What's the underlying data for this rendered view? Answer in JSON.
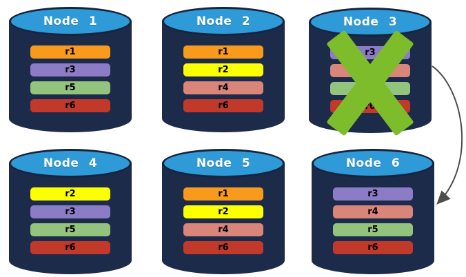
{
  "diagram": {
    "description": "Replicated database nodes with failed node and failover arrow",
    "colors": {
      "background": "#FFFFFF",
      "cylinder_body": "#1C2B4A",
      "cylinder_top": "#2E9BD8",
      "cylinder_outline": "#16243E",
      "fail_x": "#7DBC2B",
      "arrow": "#4D4D4D",
      "bar_text": "#000000",
      "title_text": "#FFFFFF"
    },
    "replica_colors": {
      "r1": "#F89A1C",
      "r2": "#FCFF00",
      "r3": "#8C7CC6",
      "r4": "#D9857A",
      "r5": "#93C47D",
      "r6": "#C0392B"
    },
    "nodes": [
      {
        "label": "Node 1",
        "failed": false,
        "replicas": [
          "r1",
          "r3",
          "r5",
          "r6"
        ]
      },
      {
        "label": "Node 2",
        "failed": false,
        "replicas": [
          "r1",
          "r2",
          "r4",
          "r6"
        ]
      },
      {
        "label": "Node 3",
        "failed": true,
        "replicas": [
          "r3",
          "r4",
          "r5",
          "r6"
        ]
      },
      {
        "label": "Node 4",
        "failed": false,
        "replicas": [
          "r2",
          "r3",
          "r5",
          "r6"
        ]
      },
      {
        "label": "Node 5",
        "failed": false,
        "replicas": [
          "r1",
          "r2",
          "r4",
          "r6"
        ]
      },
      {
        "label": "Node 6",
        "failed": false,
        "replicas": [
          "r3",
          "r4",
          "r5",
          "r6"
        ]
      }
    ],
    "arrow": {
      "from": "Node 3",
      "to": "Node 6"
    }
  }
}
